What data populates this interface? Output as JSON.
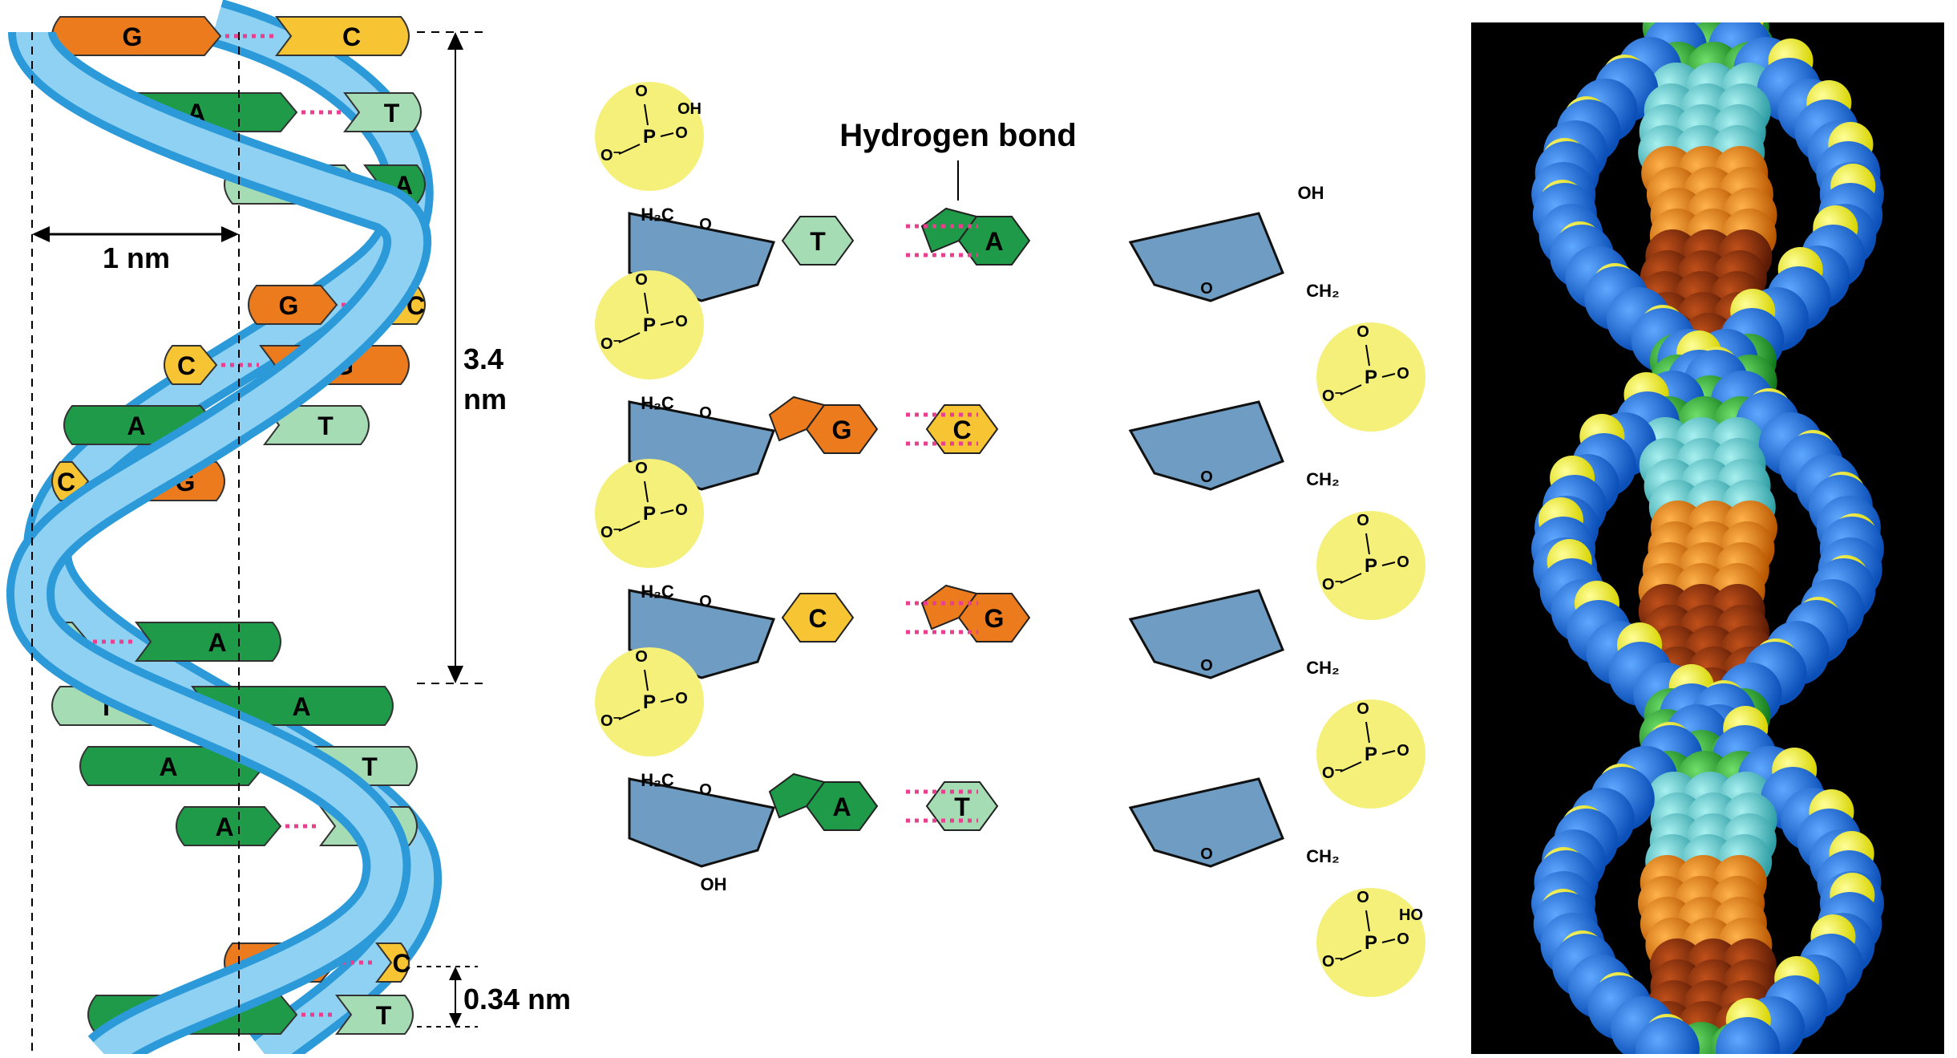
{
  "helix": {
    "width_label": "1 nm",
    "pitch_label_line1": "3.4",
    "pitch_label_line2": "nm",
    "rise_label": "0.34 nm",
    "base_pairs": [
      {
        "left": "G",
        "right": "C"
      },
      {
        "left": "A",
        "right": "T"
      },
      {
        "left": "T",
        "right": "A"
      },
      {
        "left": "G",
        "right": "C"
      },
      {
        "left": "C",
        "right": "G"
      },
      {
        "left": "A",
        "right": "T"
      },
      {
        "left": "C",
        "right": "G"
      },
      {
        "left": "T",
        "right": "A"
      },
      {
        "left": "T",
        "right": "A"
      },
      {
        "left": "A",
        "right": "T"
      },
      {
        "left": "A",
        "right": "T"
      },
      {
        "left": "G",
        "right": "C"
      },
      {
        "left": "A",
        "right": "T"
      }
    ]
  },
  "chemistry": {
    "hbond_label": "Hydrogen bond",
    "rows": [
      {
        "left": "T",
        "right": "A"
      },
      {
        "left": "G",
        "right": "C"
      },
      {
        "left": "C",
        "right": "G"
      },
      {
        "left": "A",
        "right": "T"
      }
    ],
    "atoms": {
      "O": "O",
      "P": "P",
      "OH": "OH",
      "HO": "HO",
      "O_minus": "O⁻",
      "H2C": "H₂C",
      "CH2": "CH₂"
    }
  },
  "colors": {
    "G": "#ec7b1e",
    "C": "#f7c533",
    "A": "#1f9a48",
    "T": "#a6dcb4",
    "backbone_light": "#8fd1f2",
    "backbone_dark": "#2c9ad8",
    "sugar": "#6f9cc3",
    "phosphate": "#f4f07a",
    "hbond": "#e8408e"
  }
}
